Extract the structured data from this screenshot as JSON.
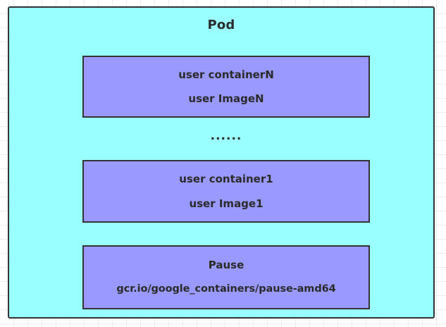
{
  "diagram": {
    "title": "Pod",
    "colors": {
      "pod_fill": "#99FFFF",
      "container_fill": "#9999FF",
      "border": "#333333",
      "text": "#2B2B2B",
      "grid": "#EDEDED",
      "background": "#FFFFFF"
    },
    "separator": "......",
    "containers": [
      {
        "id": "container-n",
        "name_label": "user containerN",
        "image_label": "user ImageN"
      },
      {
        "id": "container-1",
        "name_label": "user container1",
        "image_label": "user Image1"
      },
      {
        "id": "container-pause",
        "name_label": "Pause",
        "image_label": "gcr.io/google_containers/pause-amd64"
      }
    ]
  }
}
